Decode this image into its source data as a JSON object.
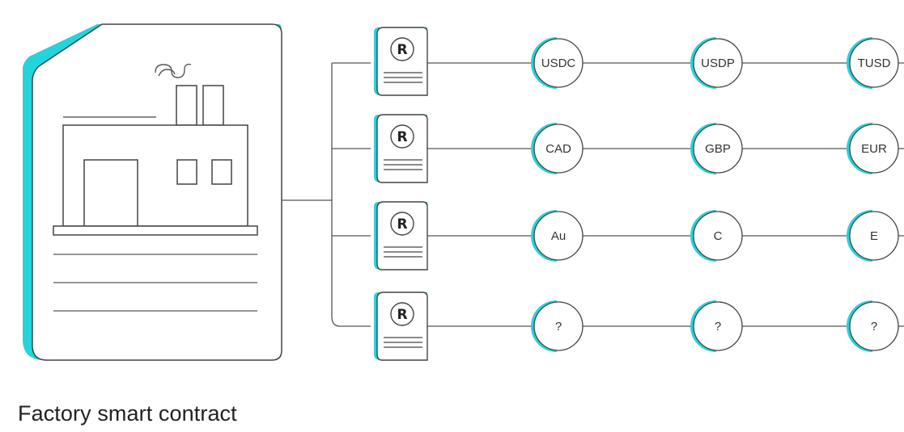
{
  "caption": "Factory smart contract",
  "colors": {
    "accent": "#25d3dc",
    "stroke": "#444444",
    "line": "#555555",
    "background": "#ffffff"
  },
  "factory": {
    "icon": "factory-building-icon",
    "smoke_icon": "smoke-icon"
  },
  "contracts": [
    {
      "icon": "r-token-contract-icon",
      "letter": "R",
      "tokens": [
        "USDC",
        "USDP",
        "TUSD"
      ]
    },
    {
      "icon": "r-token-contract-icon",
      "letter": "R",
      "tokens": [
        "CAD",
        "GBP",
        "EUR"
      ]
    },
    {
      "icon": "r-token-contract-icon",
      "letter": "R",
      "tokens": [
        "Au",
        "C",
        "E"
      ]
    },
    {
      "icon": "r-token-contract-icon",
      "letter": "R",
      "tokens": [
        "?",
        "?",
        "?"
      ]
    }
  ]
}
